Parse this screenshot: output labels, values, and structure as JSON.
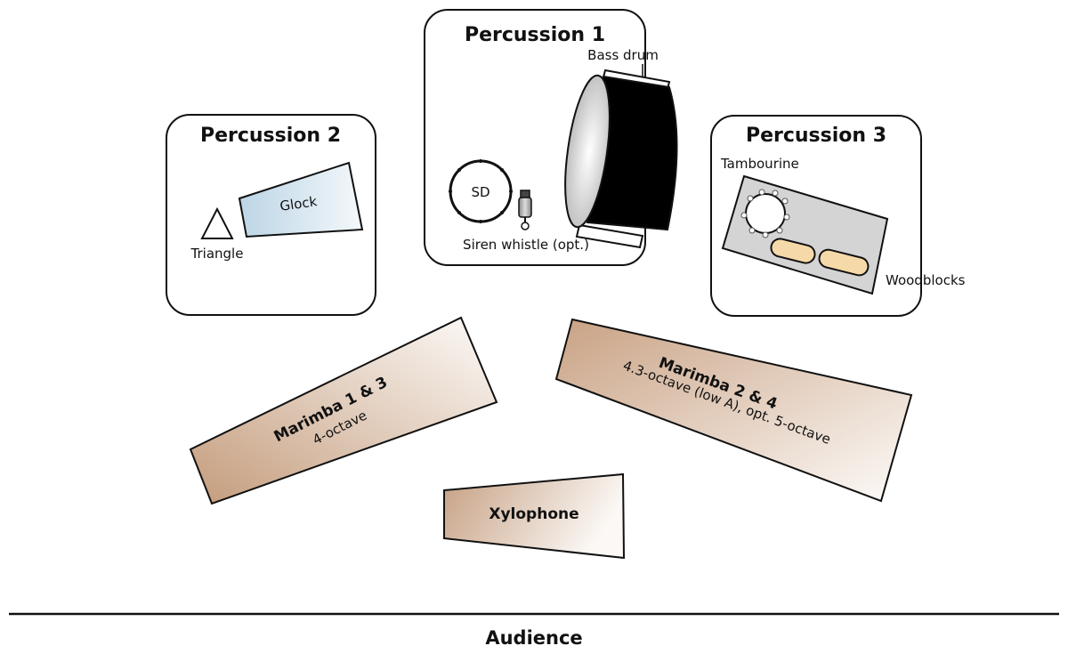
{
  "diagram": {
    "type": "stage-setup",
    "stations": [
      {
        "id": "percussion-1",
        "title": "Percussion 1",
        "instruments": [
          {
            "name": "Bass drum",
            "label": "Bass drum"
          },
          {
            "name": "Snare drum",
            "label": "SD"
          },
          {
            "name": "Siren whistle",
            "label": "Siren whistle (opt.)"
          }
        ]
      },
      {
        "id": "percussion-2",
        "title": "Percussion 2",
        "instruments": [
          {
            "name": "Glockenspiel",
            "label": "Glock"
          },
          {
            "name": "Triangle",
            "label": "Triangle"
          }
        ]
      },
      {
        "id": "percussion-3",
        "title": "Percussion 3",
        "instruments": [
          {
            "name": "Tambourine",
            "label": "Tambourine"
          },
          {
            "name": "Woodblocks",
            "label": "Woodblocks"
          }
        ]
      }
    ],
    "keyboards": [
      {
        "id": "marimba-1-3",
        "title": "Marimba 1 & 3",
        "subtitle": "4-octave"
      },
      {
        "id": "marimba-2-4",
        "title": "Marimba 2 & 4",
        "subtitle": "4.3-octave (low A), opt. 5-octave"
      },
      {
        "id": "xylophone",
        "title": "Xylophone",
        "subtitle": ""
      }
    ],
    "audience_label": "Audience",
    "colors": {
      "wood_dark": "#c9a386",
      "wood_light": "#ffffff",
      "glock": "#c6dcea",
      "table_gray": "#d4d4d4",
      "woodblock": "#f6d9a8",
      "outline": "#111111"
    }
  }
}
